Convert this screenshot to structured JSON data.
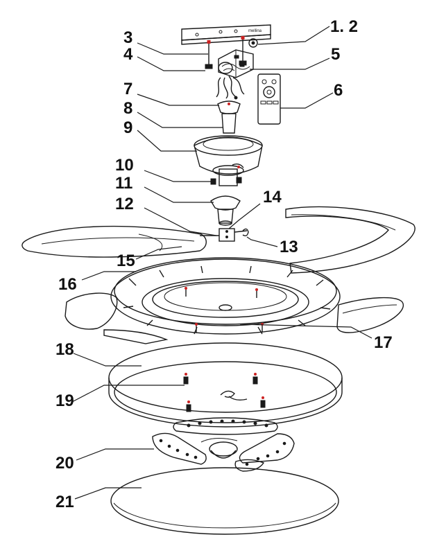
{
  "diagram": {
    "brand_label": "mellina",
    "callouts": [
      {
        "id": "c1",
        "text": "1. 2"
      },
      {
        "id": "c3",
        "text": "3"
      },
      {
        "id": "c4",
        "text": "4"
      },
      {
        "id": "c5",
        "text": "5"
      },
      {
        "id": "c6",
        "text": "6"
      },
      {
        "id": "c7",
        "text": "7"
      },
      {
        "id": "c8",
        "text": "8"
      },
      {
        "id": "c9",
        "text": "9"
      },
      {
        "id": "c10",
        "text": "10"
      },
      {
        "id": "c11",
        "text": "11"
      },
      {
        "id": "c12",
        "text": "12"
      },
      {
        "id": "c13",
        "text": "13"
      },
      {
        "id": "c14",
        "text": "14"
      },
      {
        "id": "c15",
        "text": "15"
      },
      {
        "id": "c16",
        "text": "16"
      },
      {
        "id": "c17",
        "text": "17"
      },
      {
        "id": "c18",
        "text": "18"
      },
      {
        "id": "c19",
        "text": "19"
      },
      {
        "id": "c20",
        "text": "20"
      },
      {
        "id": "c21",
        "text": "21"
      }
    ],
    "colors": {
      "ink": "#1a1a1a",
      "screw_tip": "#cc2222",
      "background": "#ffffff"
    }
  }
}
